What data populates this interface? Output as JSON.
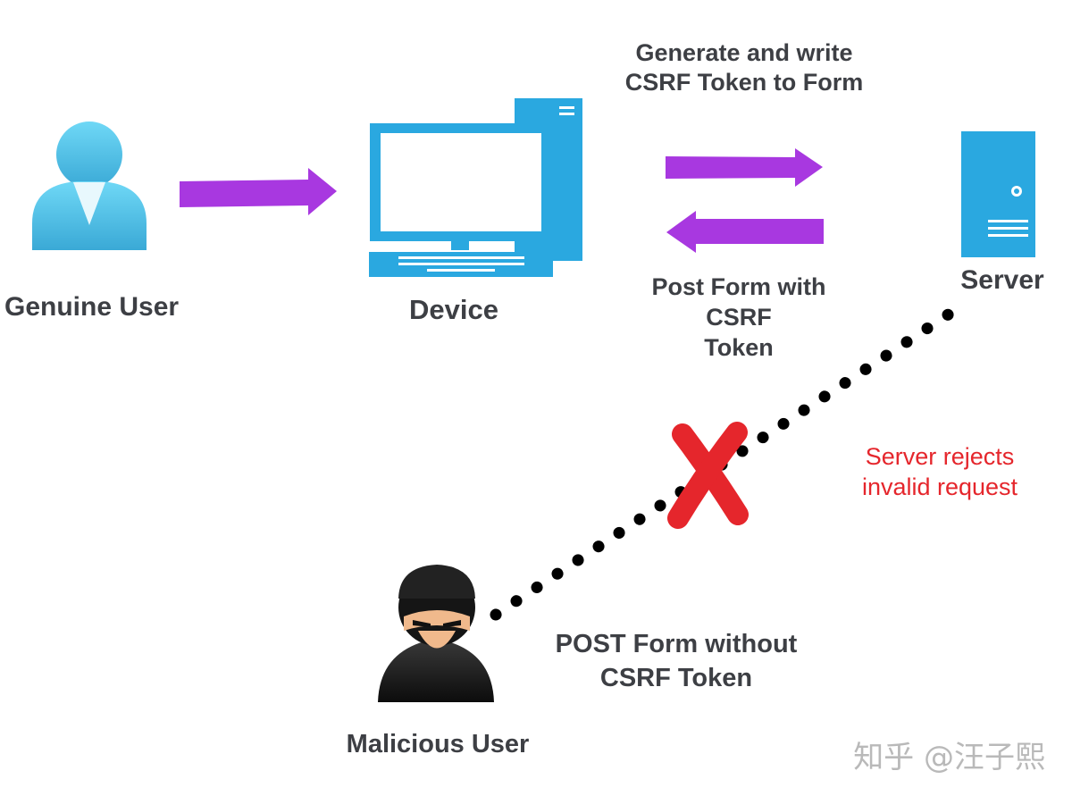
{
  "nodes": {
    "genuine_user": {
      "label": "Genuine User"
    },
    "device": {
      "label": "Device"
    },
    "server": {
      "label": "Server"
    },
    "malicious_user": {
      "label": "Malicious User"
    }
  },
  "edges": {
    "generate_token": {
      "lines": [
        "Generate and write",
        "CSRF Token to Form"
      ]
    },
    "post_with_token": {
      "lines": [
        "Post Form with",
        "CSRF",
        "Token"
      ]
    },
    "post_without_token": {
      "lines": [
        "POST Form without",
        "CSRF Token"
      ]
    },
    "rejection": {
      "lines": [
        "Server rejects",
        "invalid request"
      ]
    }
  },
  "watermark": "知乎 @汪子熙",
  "colors": {
    "arrow": "#a838e0",
    "icon_blue": "#2aa8e0",
    "user_blue": "#5fd0f2",
    "reject_red": "#e5262c",
    "text": "#3d3f44"
  },
  "icons": {
    "genuine_user": "user-icon",
    "device": "desktop-computer-icon",
    "server": "server-icon",
    "malicious_user": "hacker-icon",
    "reject": "red-x-icon"
  }
}
